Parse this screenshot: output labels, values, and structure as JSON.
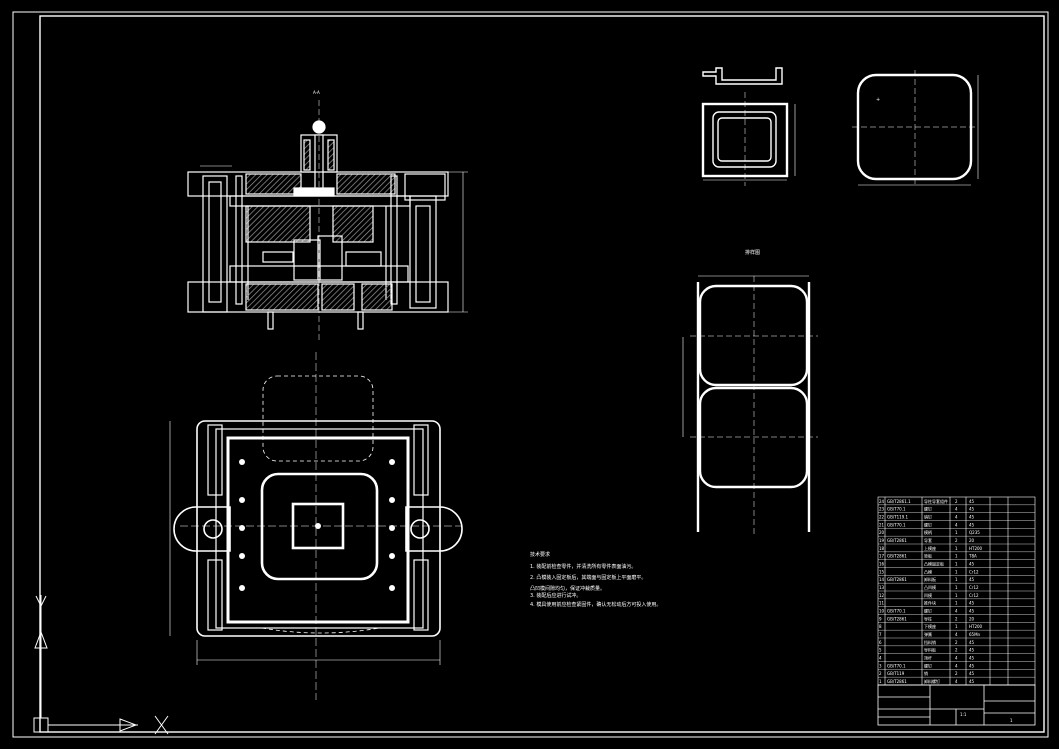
{
  "drawing": {
    "background": "#000000",
    "line_color": "#ffffff",
    "hatch_color": "#9a9a9a",
    "accent_color": "#cfcfcf"
  },
  "views": {
    "section_title": "A-A",
    "side_view_title": "",
    "top_right_title": "",
    "strip_layout_title": "排样图",
    "plan_view_title": ""
  },
  "technical_notes": {
    "title": "技术要求",
    "lines": [
      "1. 装配前检查零件，并清洗所有零件表面油污。",
      "2. 凸模装入固定板后，其端面与固定板上平面磨平。",
      "   凸凹模间隙均匀，保证冲裁质量。",
      "3. 装配后应进行试冲。",
      "4. 模具使用前应检查紧固件，确认无松动后方可投入使用。"
    ]
  },
  "bom": {
    "rows": [
      {
        "no": "24",
        "code": "GB/T2861.1",
        "name": "导柱导套组件",
        "qty": "2",
        "mat": "45"
      },
      {
        "no": "23",
        "code": "GB/T70.1",
        "name": "螺钉",
        "qty": "4",
        "mat": "45"
      },
      {
        "no": "22",
        "code": "GB/T119.1",
        "name": "销钉",
        "qty": "4",
        "mat": "45"
      },
      {
        "no": "21",
        "code": "GB/T70.1",
        "name": "螺钉",
        "qty": "4",
        "mat": "45"
      },
      {
        "no": "20",
        "code": "",
        "name": "模柄",
        "qty": "1",
        "mat": "Q235"
      },
      {
        "no": "19",
        "code": "GB/T2861",
        "name": "导套",
        "qty": "2",
        "mat": "20"
      },
      {
        "no": "18",
        "code": "",
        "name": "上模座",
        "qty": "1",
        "mat": "HT200"
      },
      {
        "no": "17",
        "code": "GB/T2861",
        "name": "垫板",
        "qty": "1",
        "mat": "T8A"
      },
      {
        "no": "16",
        "code": "",
        "name": "凸模固定板",
        "qty": "1",
        "mat": "45"
      },
      {
        "no": "15",
        "code": "",
        "name": "凸模",
        "qty": "1",
        "mat": "Cr12"
      },
      {
        "no": "14",
        "code": "GB/T2861",
        "name": "卸料板",
        "qty": "1",
        "mat": "45"
      },
      {
        "no": "13",
        "code": "",
        "name": "凸凹模",
        "qty": "1",
        "mat": "Cr12"
      },
      {
        "no": "12",
        "code": "",
        "name": "凹模",
        "qty": "1",
        "mat": "Cr12"
      },
      {
        "no": "11",
        "code": "",
        "name": "推件块",
        "qty": "1",
        "mat": "45"
      },
      {
        "no": "10",
        "code": "GB/T70.1",
        "name": "螺钉",
        "qty": "4",
        "mat": "45"
      },
      {
        "no": "9",
        "code": "GB/T2861",
        "name": "导柱",
        "qty": "2",
        "mat": "20"
      },
      {
        "no": "8",
        "code": "",
        "name": "下模座",
        "qty": "1",
        "mat": "HT200"
      },
      {
        "no": "7",
        "code": "",
        "name": "弹簧",
        "qty": "4",
        "mat": "65Mn"
      },
      {
        "no": "6",
        "code": "",
        "name": "挡料销",
        "qty": "2",
        "mat": "45"
      },
      {
        "no": "5",
        "code": "",
        "name": "导料板",
        "qty": "2",
        "mat": "45"
      },
      {
        "no": "4",
        "code": "",
        "name": "顶杆",
        "qty": "4",
        "mat": "45"
      },
      {
        "no": "3",
        "code": "GB/T70.1",
        "name": "螺钉",
        "qty": "4",
        "mat": "45"
      },
      {
        "no": "2",
        "code": "GB/T119",
        "name": "销",
        "qty": "2",
        "mat": "45"
      },
      {
        "no": "1",
        "code": "GB/T2861",
        "name": "卸料螺钉",
        "qty": "4",
        "mat": "45"
      }
    ]
  },
  "title_block": {
    "title": "",
    "scale": "1:1",
    "sheet": "1"
  }
}
